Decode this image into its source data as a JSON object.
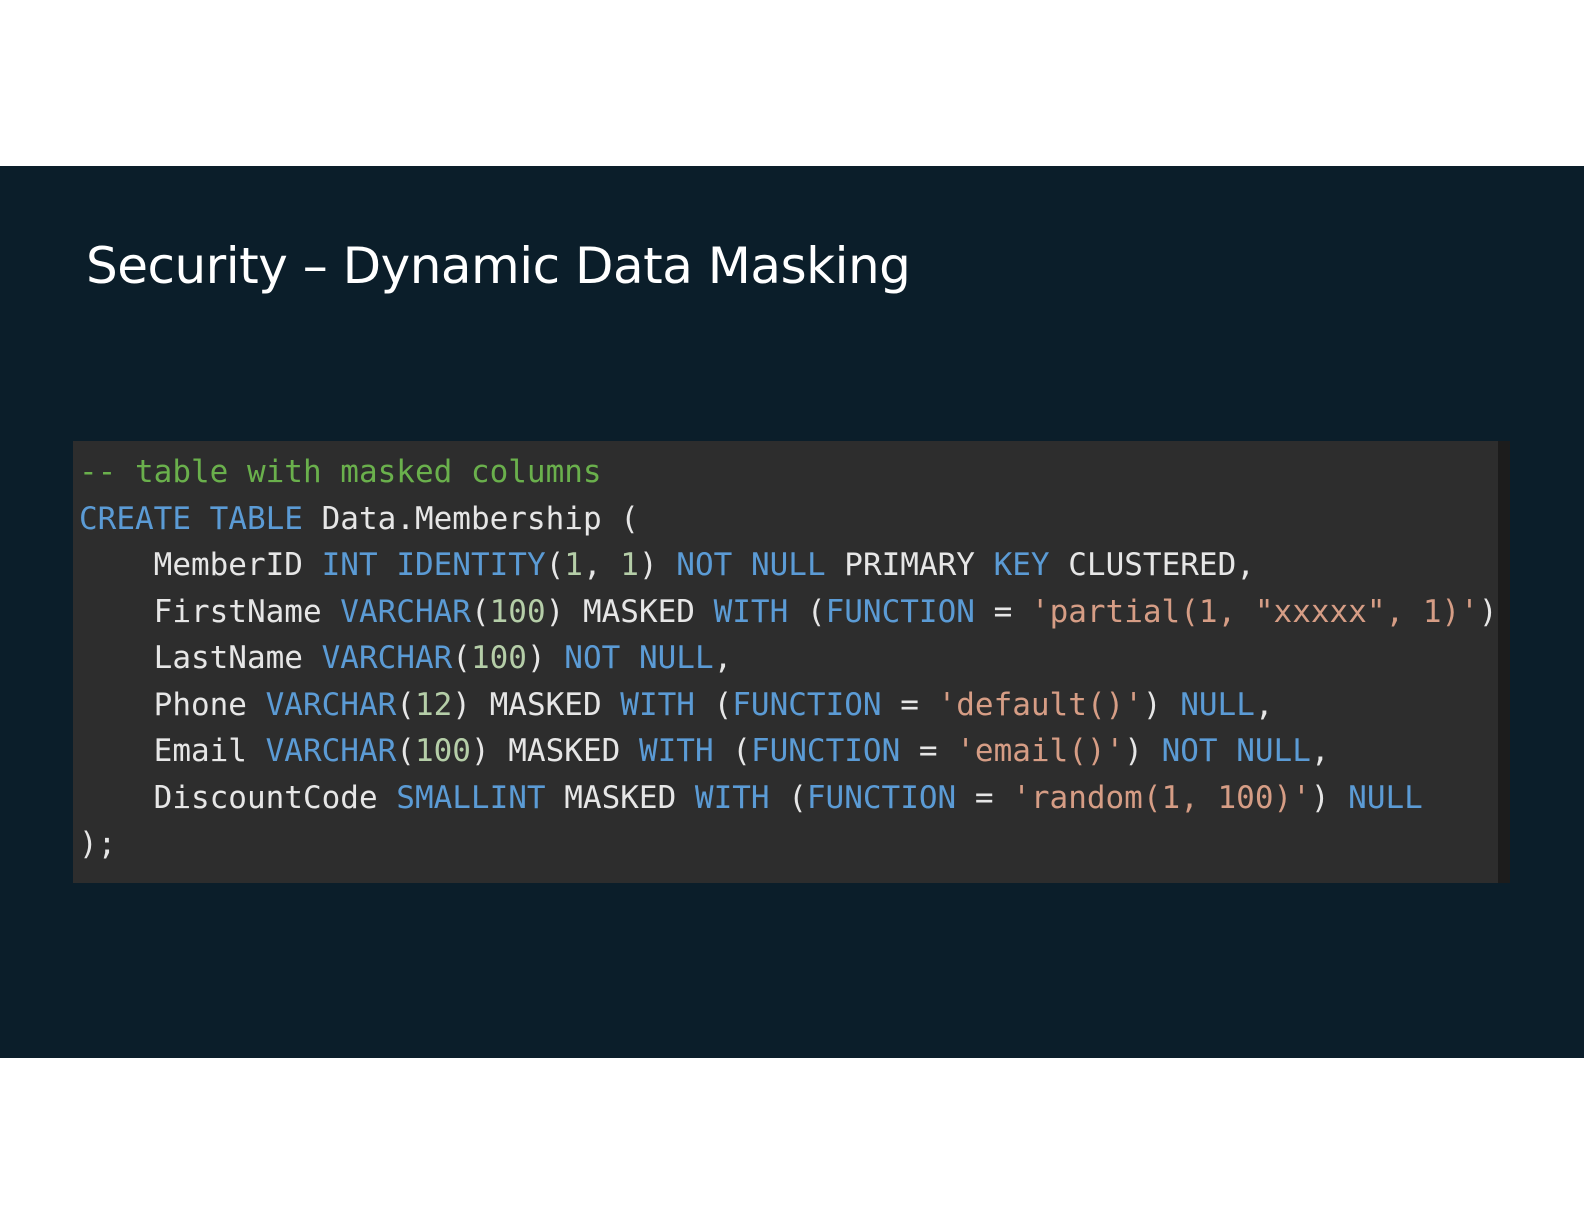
{
  "slide": {
    "title": "Security – Dynamic Data Masking"
  },
  "colors": {
    "background_band": "#0b1e2a",
    "code_background": "#2d2d2d",
    "comment": "#6ab04c",
    "keyword": "#5b9bd5",
    "number": "#b5cea8",
    "string": "#d69d85",
    "plain": "#e6e6e6"
  },
  "code": {
    "language": "sql",
    "lines": [
      [
        {
          "t": "-- table with masked columns",
          "c": "comment"
        }
      ],
      [
        {
          "t": "CREATE",
          "c": "kw"
        },
        {
          "t": " ",
          "c": "plain"
        },
        {
          "t": "TABLE",
          "c": "kw"
        },
        {
          "t": " Data.Membership (",
          "c": "plain"
        }
      ],
      [
        {
          "t": "    MemberID ",
          "c": "plain"
        },
        {
          "t": "INT",
          "c": "kw"
        },
        {
          "t": " ",
          "c": "plain"
        },
        {
          "t": "IDENTITY",
          "c": "kw"
        },
        {
          "t": "(",
          "c": "plain"
        },
        {
          "t": "1",
          "c": "num"
        },
        {
          "t": ", ",
          "c": "plain"
        },
        {
          "t": "1",
          "c": "num"
        },
        {
          "t": ") ",
          "c": "plain"
        },
        {
          "t": "NOT",
          "c": "kw"
        },
        {
          "t": " ",
          "c": "plain"
        },
        {
          "t": "NULL",
          "c": "kw"
        },
        {
          "t": " PRIMARY ",
          "c": "plain"
        },
        {
          "t": "KEY",
          "c": "kw"
        },
        {
          "t": " CLUSTERED,",
          "c": "plain"
        }
      ],
      [
        {
          "t": "    FirstName ",
          "c": "plain"
        },
        {
          "t": "VARCHAR",
          "c": "kw"
        },
        {
          "t": "(",
          "c": "plain"
        },
        {
          "t": "100",
          "c": "num"
        },
        {
          "t": ") MASKED ",
          "c": "plain"
        },
        {
          "t": "WITH",
          "c": "kw"
        },
        {
          "t": " (",
          "c": "plain"
        },
        {
          "t": "FUNCTION",
          "c": "kw"
        },
        {
          "t": " = ",
          "c": "plain"
        },
        {
          "t": "'partial(1, \"xxxxx\", 1)'",
          "c": "str"
        },
        {
          "t": ")",
          "c": "plain"
        }
      ],
      [
        {
          "t": "    LastName ",
          "c": "plain"
        },
        {
          "t": "VARCHAR",
          "c": "kw"
        },
        {
          "t": "(",
          "c": "plain"
        },
        {
          "t": "100",
          "c": "num"
        },
        {
          "t": ") ",
          "c": "plain"
        },
        {
          "t": "NOT",
          "c": "kw"
        },
        {
          "t": " ",
          "c": "plain"
        },
        {
          "t": "NULL",
          "c": "kw"
        },
        {
          "t": ",",
          "c": "plain"
        }
      ],
      [
        {
          "t": "    Phone ",
          "c": "plain"
        },
        {
          "t": "VARCHAR",
          "c": "kw"
        },
        {
          "t": "(",
          "c": "plain"
        },
        {
          "t": "12",
          "c": "num"
        },
        {
          "t": ") MASKED ",
          "c": "plain"
        },
        {
          "t": "WITH",
          "c": "kw"
        },
        {
          "t": " (",
          "c": "plain"
        },
        {
          "t": "FUNCTION",
          "c": "kw"
        },
        {
          "t": " = ",
          "c": "plain"
        },
        {
          "t": "'default()'",
          "c": "str"
        },
        {
          "t": ") ",
          "c": "plain"
        },
        {
          "t": "NULL",
          "c": "kw"
        },
        {
          "t": ",",
          "c": "plain"
        }
      ],
      [
        {
          "t": "    Email ",
          "c": "plain"
        },
        {
          "t": "VARCHAR",
          "c": "kw"
        },
        {
          "t": "(",
          "c": "plain"
        },
        {
          "t": "100",
          "c": "num"
        },
        {
          "t": ") MASKED ",
          "c": "plain"
        },
        {
          "t": "WITH",
          "c": "kw"
        },
        {
          "t": " (",
          "c": "plain"
        },
        {
          "t": "FUNCTION",
          "c": "kw"
        },
        {
          "t": " = ",
          "c": "plain"
        },
        {
          "t": "'email()'",
          "c": "str"
        },
        {
          "t": ") ",
          "c": "plain"
        },
        {
          "t": "NOT",
          "c": "kw"
        },
        {
          "t": " ",
          "c": "plain"
        },
        {
          "t": "NULL",
          "c": "kw"
        },
        {
          "t": ",",
          "c": "plain"
        }
      ],
      [
        {
          "t": "    DiscountCode ",
          "c": "plain"
        },
        {
          "t": "SMALLINT",
          "c": "kw"
        },
        {
          "t": " MASKED ",
          "c": "plain"
        },
        {
          "t": "WITH",
          "c": "kw"
        },
        {
          "t": " (",
          "c": "plain"
        },
        {
          "t": "FUNCTION",
          "c": "kw"
        },
        {
          "t": " = ",
          "c": "plain"
        },
        {
          "t": "'random(1, 100)'",
          "c": "str"
        },
        {
          "t": ") ",
          "c": "plain"
        },
        {
          "t": "NULL",
          "c": "kw"
        }
      ],
      [
        {
          "t": ");",
          "c": "plain"
        }
      ]
    ]
  }
}
